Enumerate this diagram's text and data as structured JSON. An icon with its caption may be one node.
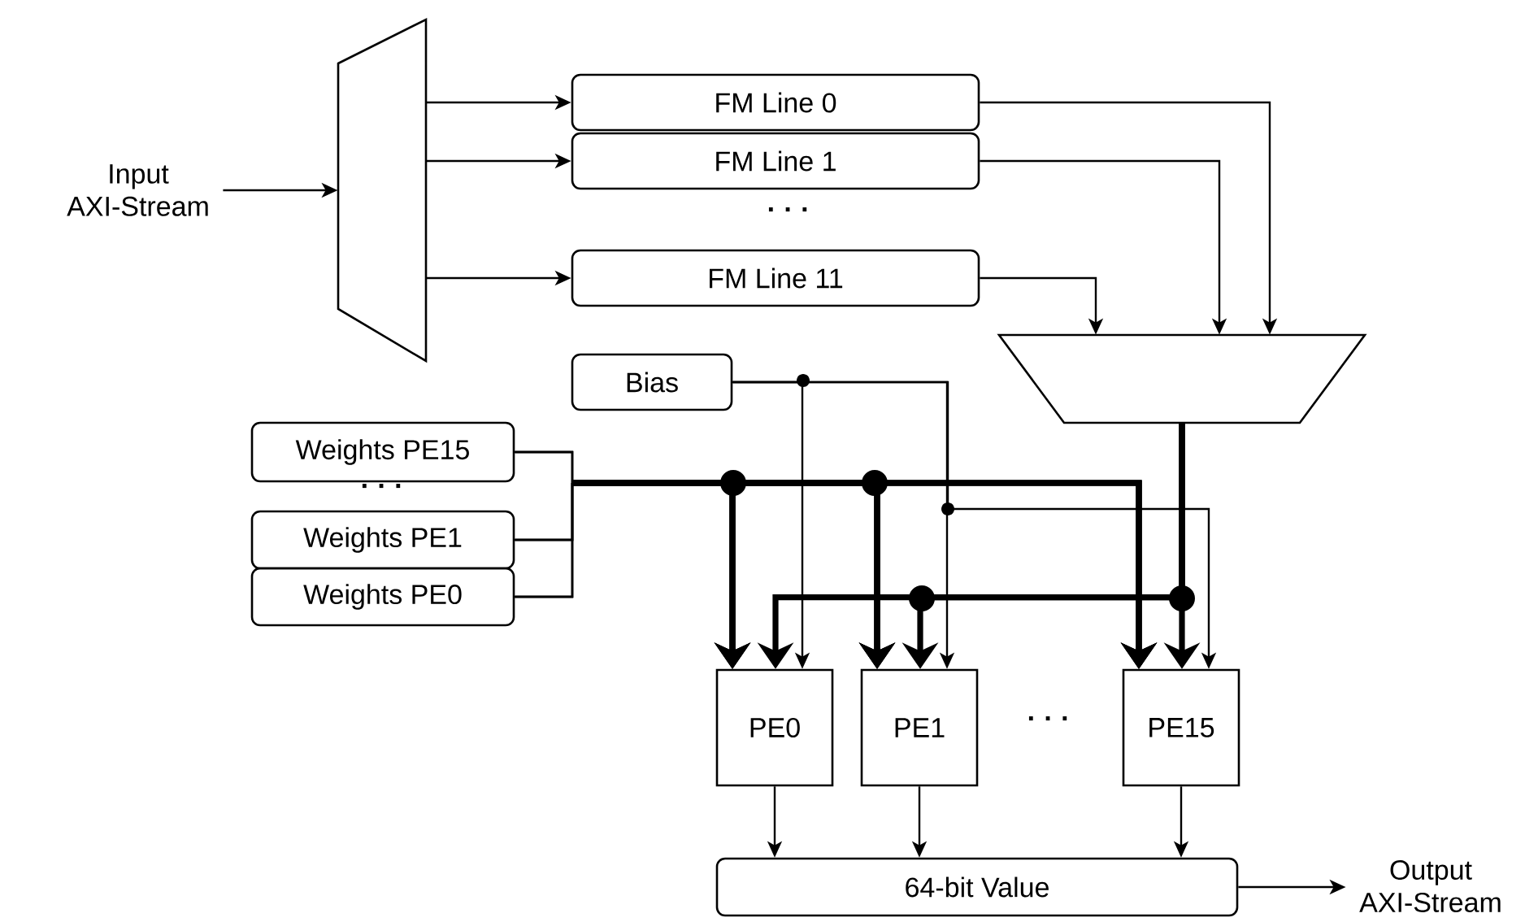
{
  "diagram": {
    "nodes": [
      {
        "text": [
          "Input AXI-Stream"
        ]
      },
      {
        "text": [],
        "shape": "trapezoid"
      },
      {
        "text": [
          "FM Line 0"
        ]
      },
      {
        "text": [
          "FM Line 1"
        ]
      },
      {
        "text": [
          "FM Line 11"
        ]
      },
      {
        "text": [],
        "shape": "trapezoid"
      },
      {
        "text": [
          "Bias"
        ]
      },
      {
        "text": [
          "Weights PE15"
        ]
      },
      {
        "text": [
          "Weights PE1"
        ]
      },
      {
        "text": [
          "Weights PE0"
        ]
      },
      {
        "text": [
          "PE0"
        ]
      },
      {
        "text": [
          "PE1"
        ]
      },
      {
        "text": [
          "PE15"
        ]
      },
      {
        "text": [
          "64-bit Value"
        ]
      },
      {
        "text": [
          "Output AXI-Stream"
        ]
      }
    ],
    "edges": [
      {
        "from": 0,
        "to": 1,
        "arrow": "to"
      },
      {
        "from": 1,
        "to": 2,
        "arrow": "to"
      },
      {
        "from": 1,
        "to": 3,
        "arrow": "to"
      },
      {
        "from": 1,
        "to": 4,
        "arrow": "to"
      },
      {
        "from": 2,
        "to": 5,
        "arrow": "to"
      },
      {
        "from": 3,
        "to": 5,
        "arrow": "to"
      },
      {
        "from": 4,
        "to": 5,
        "arrow": "to"
      },
      {
        "from": 6,
        "to": 10,
        "arrow": "to"
      },
      {
        "from": 6,
        "to": 11,
        "arrow": "to"
      },
      {
        "from": 6,
        "to": 12,
        "arrow": "to"
      },
      {
        "from": 7,
        "to": 10,
        "arrow": "to",
        "style": "thick"
      },
      {
        "from": 7,
        "to": 11,
        "arrow": "to",
        "style": "thick"
      },
      {
        "from": 7,
        "to": 12,
        "arrow": "to",
        "style": "thick"
      },
      {
        "from": 8,
        "to": 10,
        "arrow": "to",
        "style": "thick"
      },
      {
        "from": 8,
        "to": 11,
        "arrow": "to",
        "style": "thick"
      },
      {
        "from": 8,
        "to": 12,
        "arrow": "to",
        "style": "thick"
      },
      {
        "from": 9,
        "to": 10,
        "arrow": "to",
        "style": "thick"
      },
      {
        "from": 9,
        "to": 11,
        "arrow": "to",
        "style": "thick"
      },
      {
        "from": 9,
        "to": 12,
        "arrow": "to",
        "style": "thick"
      },
      {
        "from": 5,
        "to": 10,
        "arrow": "to",
        "style": "thick"
      },
      {
        "from": 5,
        "to": 11,
        "arrow": "to",
        "style": "thick"
      },
      {
        "from": 5,
        "to": 12,
        "arrow": "to",
        "style": "thick"
      },
      {
        "from": 10,
        "to": 13,
        "arrow": "to"
      },
      {
        "from": 11,
        "to": 13,
        "arrow": "to"
      },
      {
        "from": 12,
        "to": 13,
        "arrow": "to"
      },
      {
        "from": 13,
        "to": 14,
        "arrow": "to"
      }
    ],
    "labels": [
      "· · ·",
      "· · ·",
      "· · ·"
    ]
  }
}
